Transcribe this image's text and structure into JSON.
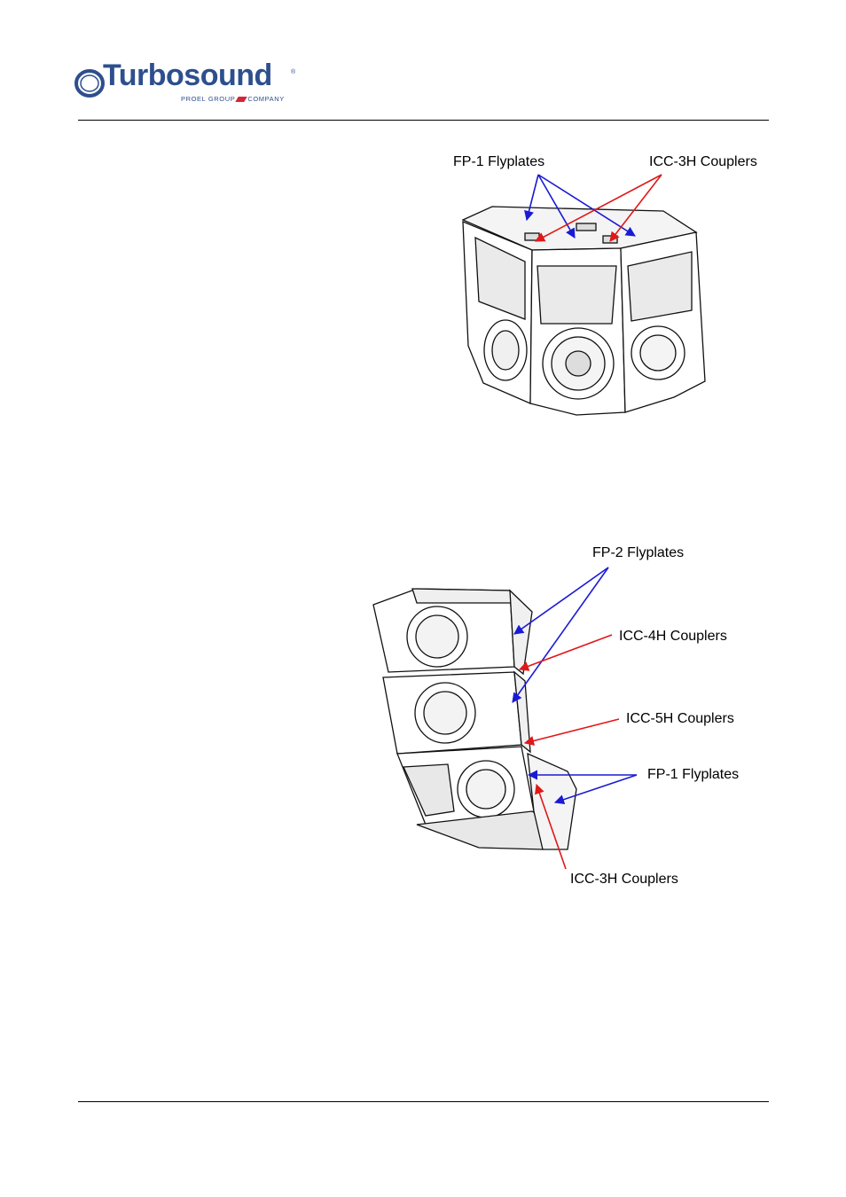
{
  "header": {
    "logo_text": "Turbosound",
    "logo_registered": "®",
    "logo_tagline_a": "PROEL GROUP",
    "logo_tagline_b": "COMPANY"
  },
  "figure_top": {
    "label_flyplates": "FP-1 Flyplates",
    "label_couplers": "ICC-3H Couplers"
  },
  "figure_bottom": {
    "label_fp2": "FP-2 Flyplates",
    "label_icc4h": "ICC-4H Couplers",
    "label_icc5h": "ICC-5H Couplers",
    "label_fp1": "FP-1 Flyplates",
    "label_icc3h": "ICC-3H Couplers"
  },
  "colors": {
    "flyplate_arrow": "#1a1ad6",
    "coupler_arrow": "#e01818",
    "brand": "#2d4f8e"
  }
}
